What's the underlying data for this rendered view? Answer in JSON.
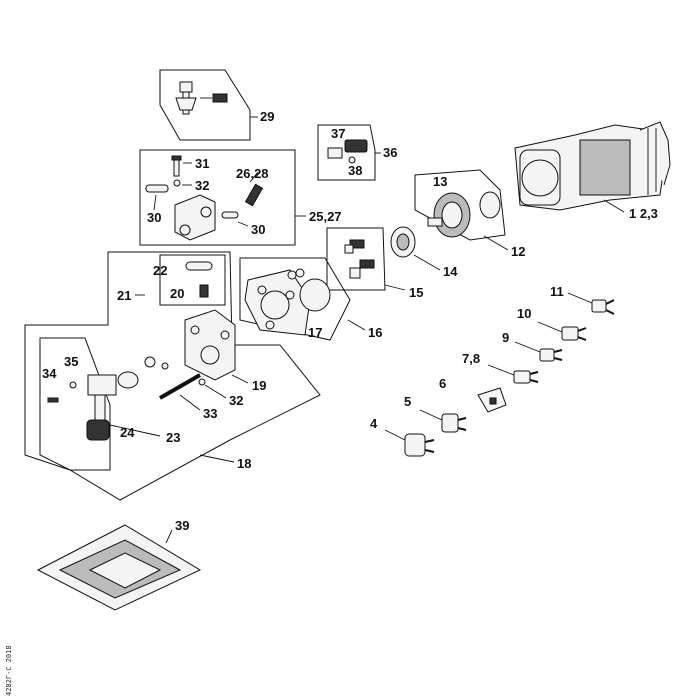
{
  "callouts": {
    "c1_23": "1 2,3",
    "c4": "4",
    "c5": "5",
    "c6": "6",
    "c7_8": "7,8",
    "c9": "9",
    "c10": "10",
    "c11": "11",
    "c12": "12",
    "c13": "13",
    "c14": "14",
    "c15": "15",
    "c16": "16",
    "c17": "17",
    "c18": "18",
    "c19": "19",
    "c20": "20",
    "c21": "21",
    "c22": "22",
    "c23": "23",
    "c24": "24",
    "c25_27": "25,27",
    "c26_28": "26,28",
    "c29": "29",
    "c30a": "30",
    "c30b": "30",
    "c31": "31",
    "c32a": "32",
    "c32b": "32",
    "c33": "33",
    "c34": "34",
    "c35": "35",
    "c36": "36",
    "c37": "37",
    "c38": "38",
    "c39": "39"
  },
  "side_code": "4282Г-С 2018",
  "icons": {
    "motor": "motor-housing-icon",
    "gear": "gear-icon",
    "plug": "power-plug-icon",
    "pump": "pump-head-icon",
    "gasket": "seal-kit-icon"
  }
}
